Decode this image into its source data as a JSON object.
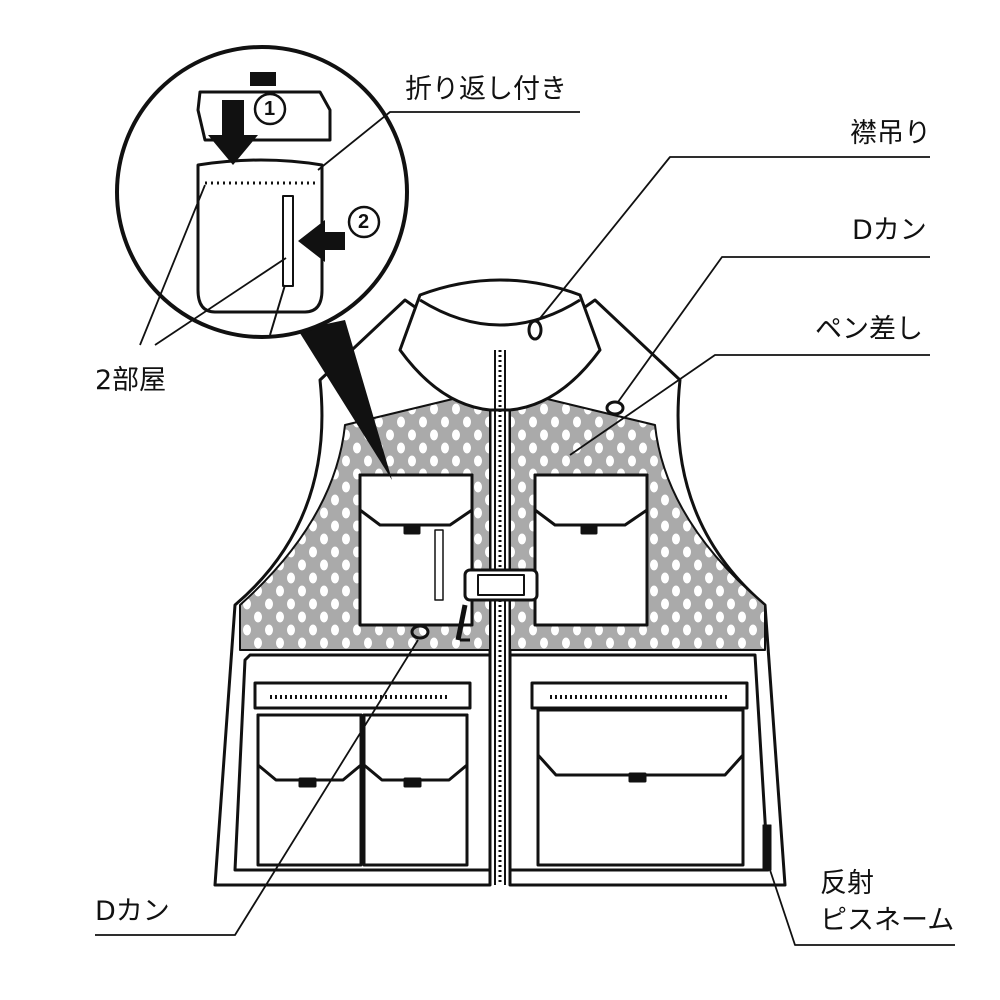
{
  "diagram": {
    "subject": "vest",
    "colors": {
      "line": "#111111",
      "mesh": "#aaaaaa",
      "fill": "#ffffff"
    },
    "inset": {
      "step_1": "1",
      "step_2": "2"
    },
    "labels": {
      "flap": "折り返し付き",
      "collar_loop": "襟吊り",
      "d_ring_top": "Dカン",
      "pen_holder": "ペン差し",
      "two_compartments": "2部屋",
      "d_ring_bottom": "Dカン",
      "reflective_line1": "反射",
      "reflective_line2": "ピスネーム"
    }
  }
}
